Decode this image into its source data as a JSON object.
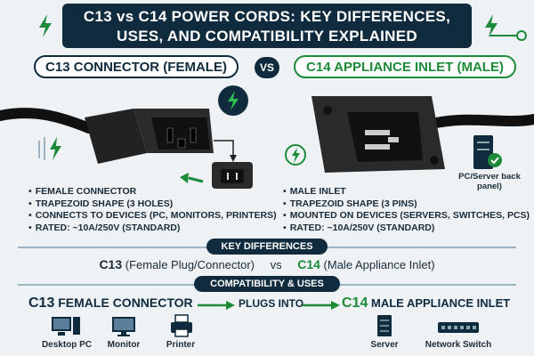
{
  "title": {
    "line1": "C13 vs C14 POWER CORDS: KEY DIFFERENCES,",
    "line2": "USES, AND COMPATIBILITY EXPLAINED"
  },
  "left_header": "C13 CONNECTOR (FEMALE)",
  "right_header": "C14 APPLIANCE INLET (MALE)",
  "vs_badge": "VS",
  "left_bullets": [
    "FEMALE CONNECTOR",
    "TRAPEZOID SHAPE (3 HOLES)",
    "CONNECTS TO DEVICES (PC, MONITORS, PRINTERS)",
    "RATED: ~10A/250V (STANDARD)"
  ],
  "right_bullets": [
    "MALE INLET",
    "TRAPEZOID SHAPE (3 PINS)",
    "MOUNTED ON DEVICES (SERVERS, SWITCHES, PCS)",
    "RATED: ~10A/250V (STANDARD)"
  ],
  "server_panel_label": "PC/Server back panel)",
  "key_differences": {
    "heading": "KEY DIFFERENCES",
    "left_code": "C13",
    "left_text": "(Female Plug/Connector)",
    "vs": "vs",
    "right_code": "C14",
    "right_text": "(Male Appliance Inlet)"
  },
  "compat": {
    "heading": "COMPATIBILITY & USES",
    "left_code": "C13",
    "left_text": "FEMALE CONNECTOR",
    "middle": "PLUGS INTO",
    "right_code": "C14",
    "right_text": "MALE APPLIANCE INLET"
  },
  "devices": [
    "Desktop PC",
    "Monitor",
    "Printer",
    "Server",
    "Network Switch"
  ],
  "colors": {
    "navy": "#0f2b3d",
    "green": "#1d8a3a",
    "background": "#eef2f5"
  },
  "icons": [
    "lightning-icon",
    "plug-icon",
    "server-icon",
    "check-icon",
    "desktop-pc-icon",
    "monitor-icon",
    "printer-icon",
    "network-switch-icon"
  ]
}
